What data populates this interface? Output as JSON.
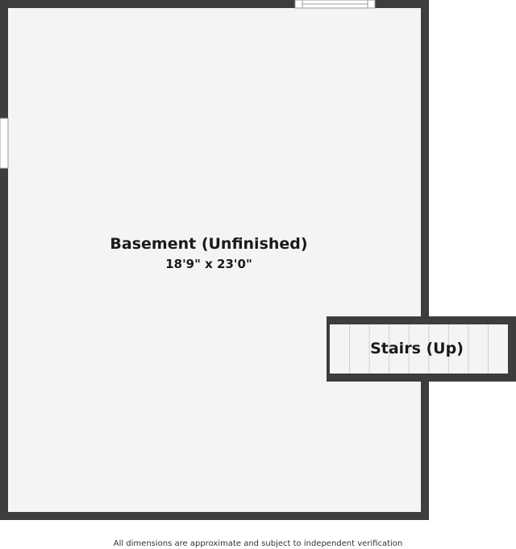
{
  "rooms": {
    "basement": {
      "name": "Basement (Unfinished)",
      "dimensions": "18'9\" x 23'0\""
    },
    "stairs": {
      "name": "Stairs (Up)"
    }
  },
  "footer": {
    "disclaimer": "All dimensions are approximate and subject to independent verification"
  },
  "colors": {
    "wall": "#3d3d3d",
    "floor": "#f4f4f4",
    "opening": "#ffffff",
    "stair_tread_line": "#cfcfcf"
  },
  "stairs_tread_count": 9
}
